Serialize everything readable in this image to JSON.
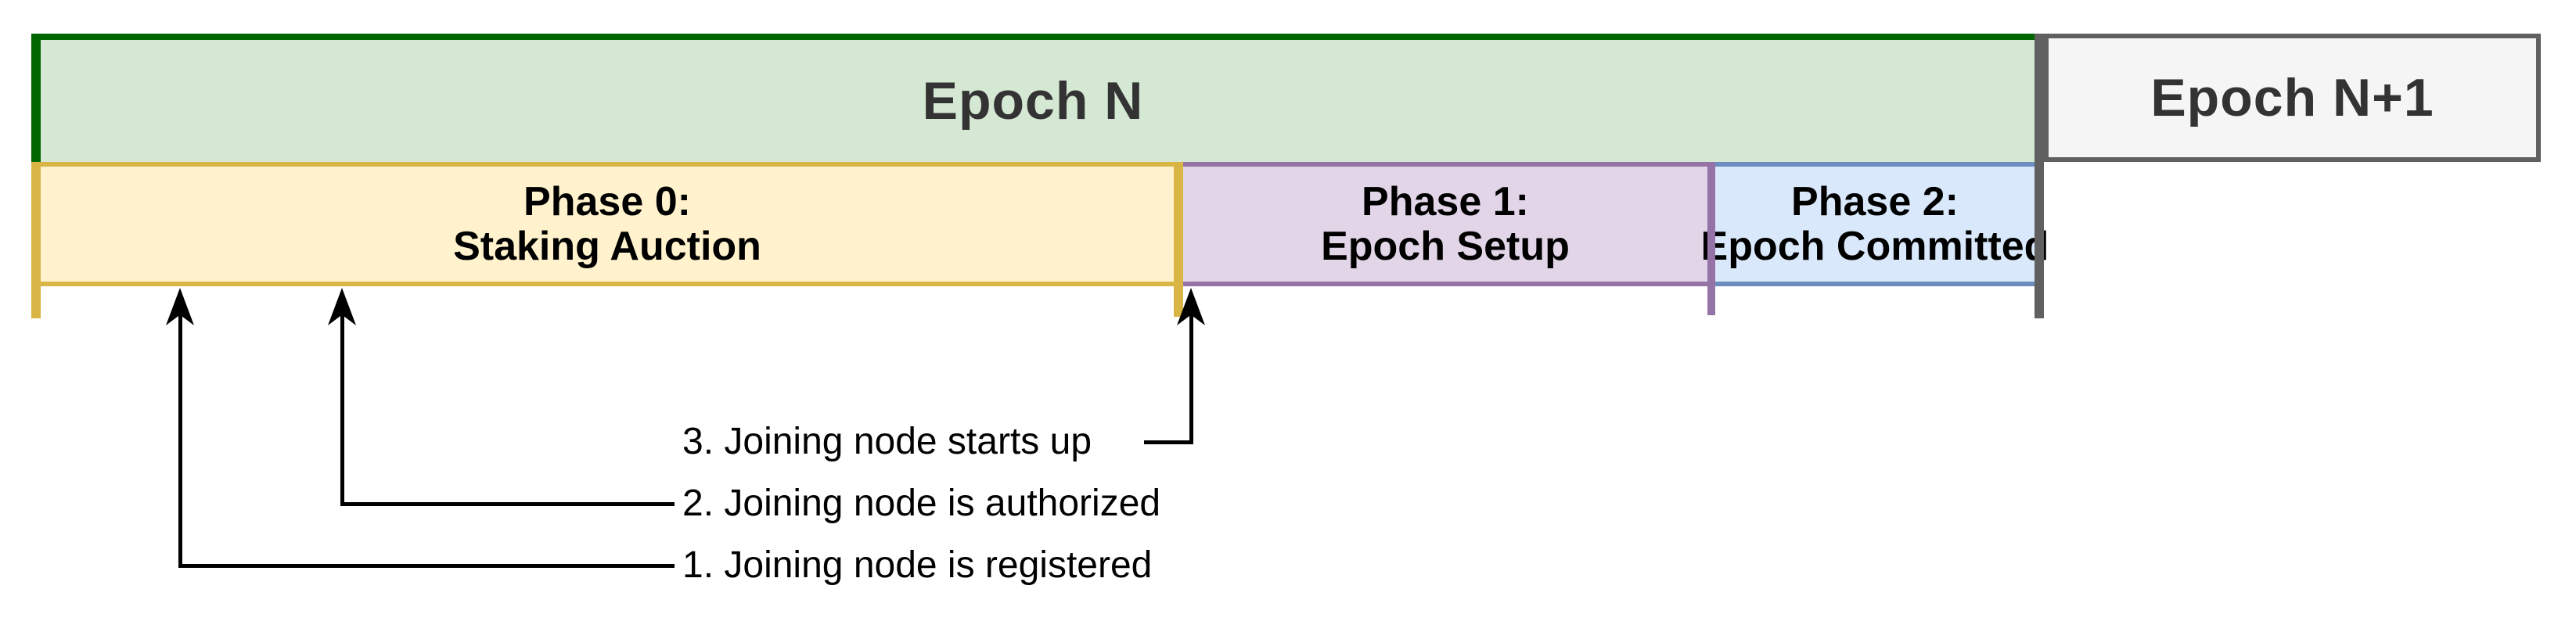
{
  "diagram": {
    "epochs": [
      {
        "id": "epoch-n",
        "label": "Epoch N"
      },
      {
        "id": "epoch-n1",
        "label": "Epoch N+1"
      }
    ],
    "phases": [
      {
        "id": "phase-0",
        "title": "Phase 0:",
        "subtitle": "Staking Auction"
      },
      {
        "id": "phase-1",
        "title": "Phase 1:",
        "subtitle": "Epoch Setup"
      },
      {
        "id": "phase-2",
        "title": "Phase 2:",
        "subtitle": "Epoch Committed"
      }
    ],
    "annotations": [
      {
        "id": "note-1",
        "label": "1. Joining node is registered",
        "points_to": "start of Phase 0"
      },
      {
        "id": "note-2",
        "label": "2. Joining node is authorized",
        "points_to": "during Phase 0"
      },
      {
        "id": "note-3",
        "label": "3. Joining node starts up",
        "points_to": "end of Phase 0 / start of Phase 1"
      }
    ],
    "colors": {
      "green-fill": "#d5e8d4",
      "green-stroke": "#006600",
      "yellow-fill": "#fff2cc",
      "yellow-stroke": "#d8b545",
      "purple-fill": "#e1d5e7",
      "purple-stroke": "#9673a6",
      "blue-fill": "#dae8fc",
      "blue-stroke": "#6c8ebf",
      "gray-fill": "#f5f5f5",
      "gray-stroke": "#606060",
      "epoch-text": "#333333",
      "annotation-text": "#000000"
    }
  }
}
